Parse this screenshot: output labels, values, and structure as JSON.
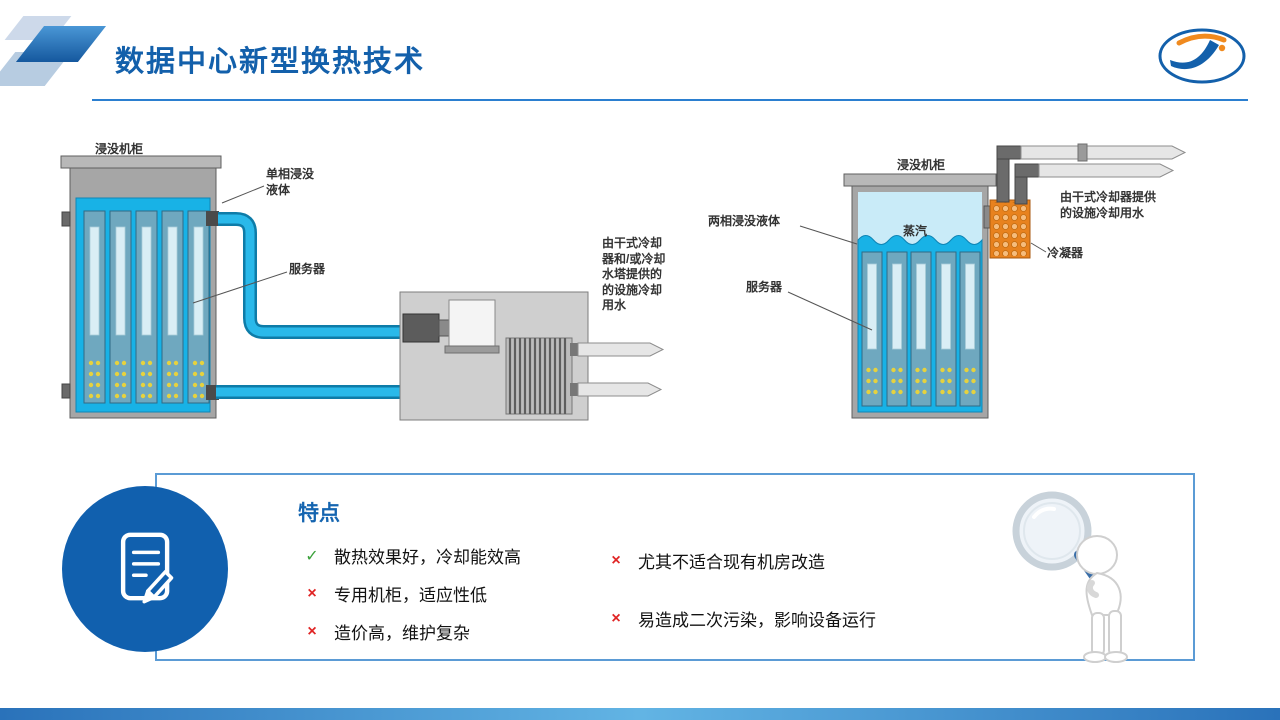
{
  "header": {
    "title": "数据中心新型换热技术"
  },
  "diagram_left": {
    "cabinet_label": "浸没机柜",
    "liquid_label": "单相浸没\n液体",
    "server_label": "服务器",
    "water_label": "由干式冷却\n器和/或冷却\n水塔提供的\n的设施冷却\n用水"
  },
  "diagram_right": {
    "cabinet_label": "浸没机柜",
    "liquid_label": "两相浸没液体",
    "vapor_label": "蒸汽",
    "server_label": "服务器",
    "condenser_label": "冷凝器",
    "water_label": "由干式冷却器提供\n的设施冷却用水"
  },
  "features": {
    "heading": "特点",
    "items_left": [
      {
        "mark": "✓",
        "text": "散热效果好，冷却能效高"
      },
      {
        "mark": "×",
        "text": "专用机柜，适应性低"
      },
      {
        "mark": "×",
        "text": "造价高，维护复杂"
      }
    ],
    "items_right": [
      {
        "mark": "×",
        "text": "尤其不适合现有机房改造"
      },
      {
        "mark": "×",
        "text": "易造成二次污染，影响设备运行"
      }
    ]
  },
  "colors": {
    "title_blue": "#1360ab",
    "liquid_cyan": "#18b2e6",
    "condenser_orange": "#e8821e",
    "check_green": "#3aa13a",
    "cross_red": "#e02525",
    "panel_border_blue": "#5b9bd5",
    "icon_circle_blue": "#1160ae"
  }
}
